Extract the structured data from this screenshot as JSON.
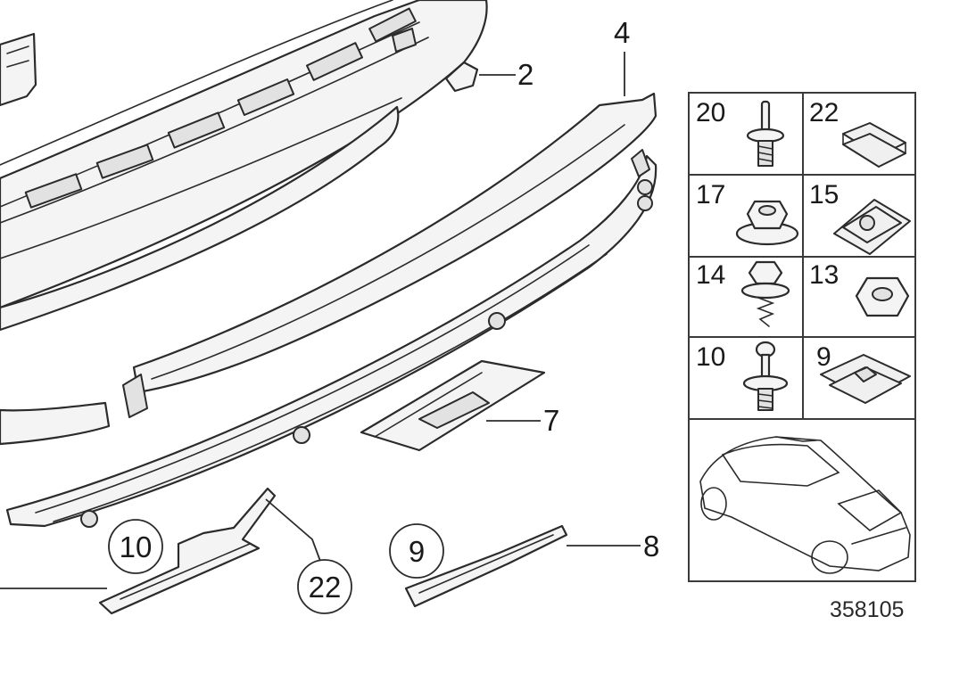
{
  "diagram": {
    "callouts": {
      "c2": "2",
      "c4": "4",
      "c7": "7",
      "c8": "8",
      "c9": "9",
      "c10": "10",
      "c22": "22"
    },
    "fastener_table": {
      "cells": [
        "20",
        "22",
        "17",
        "15",
        "14",
        "13",
        "10",
        "9"
      ]
    },
    "diagram_number": "358105"
  }
}
